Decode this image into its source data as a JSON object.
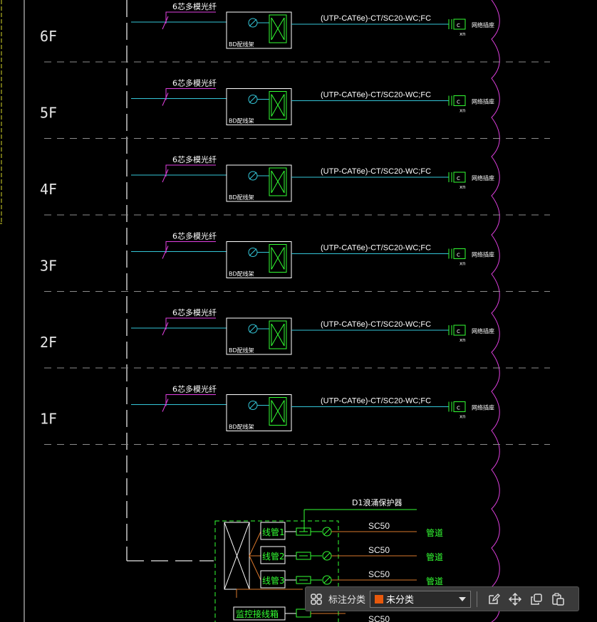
{
  "floors": [
    {
      "label": "6F",
      "fiber": "6芯多模光纤",
      "cable": "(UTP-CAT6e)-CT/SC20-WC;FC",
      "bd": "BD配线架",
      "outlet": "网络插座",
      "xn": "xn"
    },
    {
      "label": "5F",
      "fiber": "6芯多模光纤",
      "cable": "(UTP-CAT6e)-CT/SC20-WC;FC",
      "bd": "BD配线架",
      "outlet": "网络插座",
      "xn": "xn"
    },
    {
      "label": "4F",
      "fiber": "6芯多模光纤",
      "cable": "(UTP-CAT6e)-CT/SC20-WC;FC",
      "bd": "BD配线架",
      "outlet": "网络插座",
      "xn": "xn"
    },
    {
      "label": "3F",
      "fiber": "6芯多模光纤",
      "cable": "(UTP-CAT6e)-CT/SC20-WC;FC",
      "bd": "BD配线架",
      "outlet": "网络插座",
      "xn": "xn"
    },
    {
      "label": "2F",
      "fiber": "6芯多模光纤",
      "cable": "(UTP-CAT6e)-CT/SC20-WC;FC",
      "bd": "BD配线架",
      "outlet": "网络插座",
      "xn": "xn"
    },
    {
      "label": "1F",
      "fiber": "6芯多模光纤",
      "cable": "(UTP-CAT6e)-CT/SC20-WC;FC",
      "bd": "BD配线架",
      "outlet": "网络插座",
      "xn": "xn"
    }
  ],
  "basement": {
    "surge_label": "D1浪涌保护器",
    "rows": [
      {
        "box": "线管1",
        "sc": "SC50",
        "dest": "管道"
      },
      {
        "box": "线管2",
        "sc": "SC50",
        "dest": "管道"
      },
      {
        "box": "线管3",
        "sc": "SC50",
        "dest": "管道"
      }
    ],
    "monitor_label": "监控接线箱",
    "bottom_sc": "SC50"
  },
  "toolbar": {
    "label": "标注分类",
    "selected": "未分类",
    "swatch_color": "#e8590c",
    "icons": [
      "grid-icon",
      "edit-icon",
      "move-icon",
      "copy-icon",
      "paste-icon"
    ]
  },
  "colors": {
    "cyan": "#34c6d8",
    "magenta": "#e040e0",
    "green": "#33ff33",
    "orange": "#d9772b",
    "white": "#ffffff",
    "dash": "#8c8c8c",
    "yellow": "#d6d62a"
  }
}
